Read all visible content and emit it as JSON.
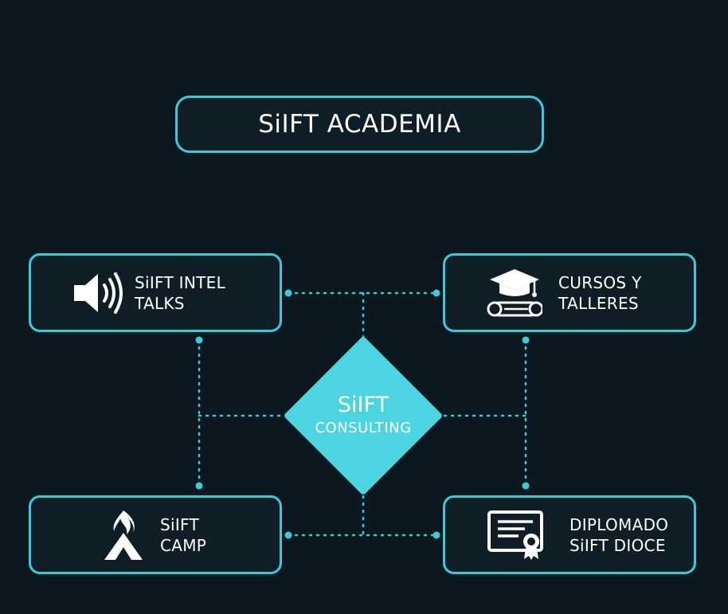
{
  "title": "SiIFT ACADEMIA",
  "center": {
    "line1": "SiIFT",
    "line2": "CONSULTING"
  },
  "nodes": [
    {
      "id": "intel-talks",
      "icon": "speaker-icon",
      "line1": "SiIFT INTEL",
      "line2": "TALKS"
    },
    {
      "id": "cursos-talleres",
      "icon": "graduation-cap-diploma-icon",
      "line1": "CURSOS Y",
      "line2": "TALLERES"
    },
    {
      "id": "camp",
      "icon": "campfire-tent-icon",
      "line1": "SiIFT",
      "line2": "CAMP"
    },
    {
      "id": "diplomado",
      "icon": "certificate-icon",
      "line1": "DIPLOMADO",
      "line2": "SiIFT DIOCE"
    }
  ],
  "colors": {
    "background": "#0c1820",
    "accent": "#3ec9d6",
    "center_fill": "#4cd5e1",
    "text": "#ffffff"
  }
}
